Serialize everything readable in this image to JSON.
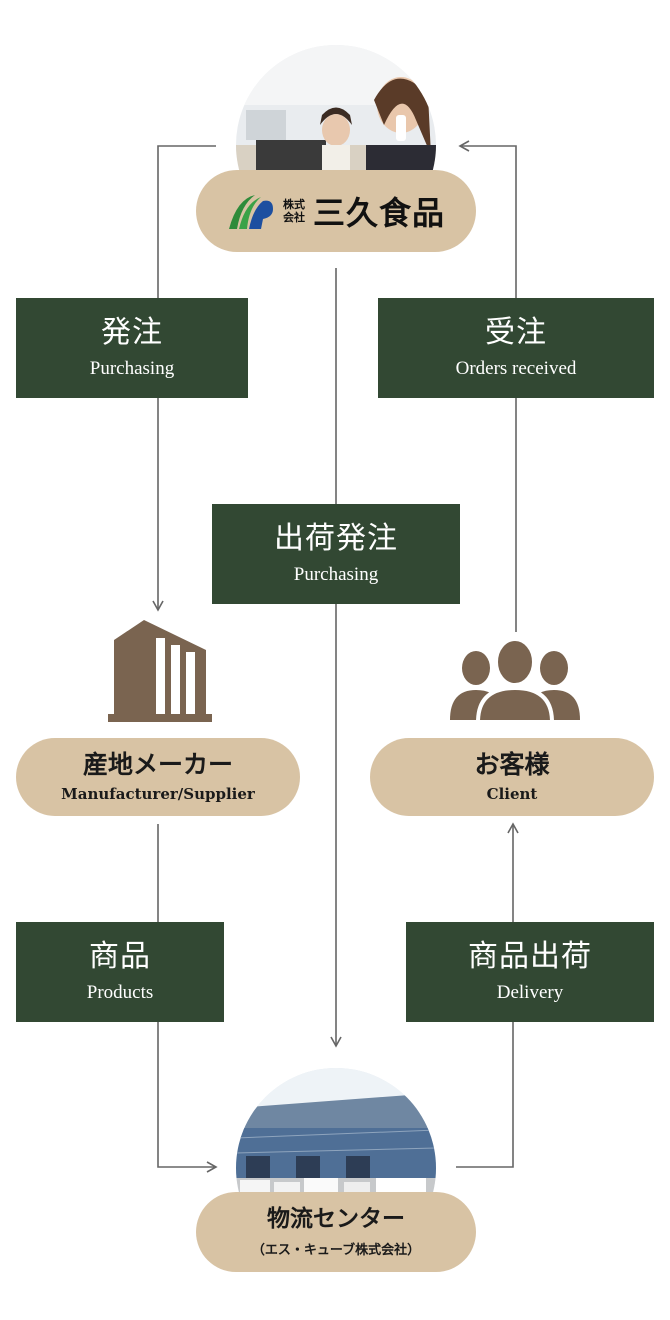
{
  "colors": {
    "label_bg": "#324833",
    "pill_bg": "#d8c3a4",
    "icon_brown": "#7a6450",
    "arrow": "#666666"
  },
  "company": {
    "logo_prefix_line1": "株式",
    "logo_prefix_line2": "会社",
    "logo_name": "三久食品",
    "photo_icon": "call-center-photo"
  },
  "labels": {
    "purchasing": {
      "jp": "発注",
      "en": "Purchasing"
    },
    "orders_received": {
      "jp": "受注",
      "en": "Orders received"
    },
    "shipping_order": {
      "jp": "出荷発注",
      "en": "Purchasing"
    },
    "products": {
      "jp": "商品",
      "en": "Products"
    },
    "delivery": {
      "jp": "商品出荷",
      "en": "Delivery"
    }
  },
  "nodes": {
    "manufacturer": {
      "jp": "産地メーカー",
      "en": "Manufacturer/Supplier",
      "icon": "factory-icon"
    },
    "client": {
      "jp": "お客様",
      "en": "Client",
      "icon": "people-icon"
    },
    "logistics": {
      "jp": "物流センター",
      "sub": "（エス・キューブ株式会社）",
      "icon": "warehouse-photo"
    }
  }
}
